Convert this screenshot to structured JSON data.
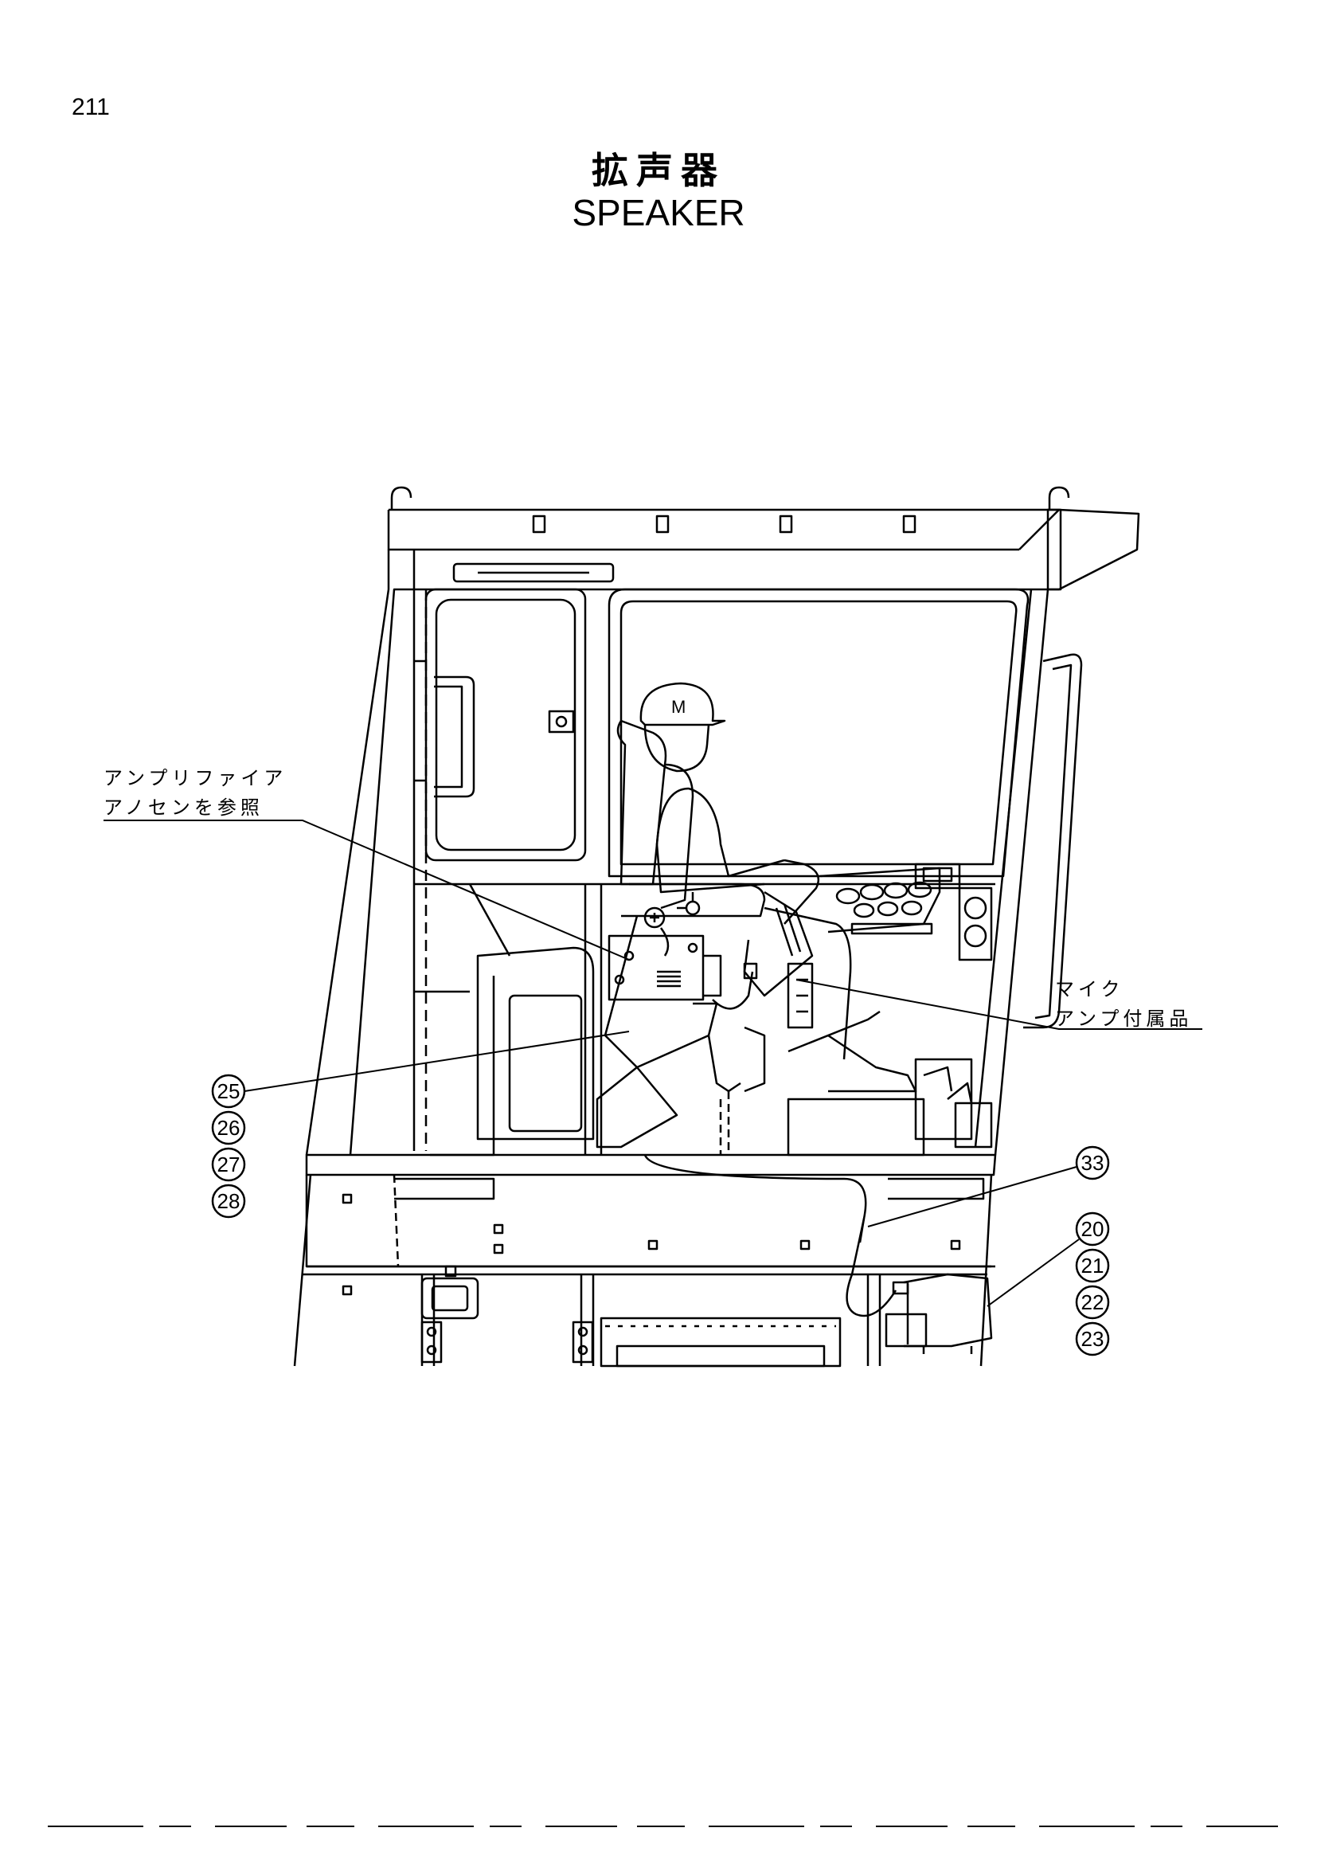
{
  "page_number": "211",
  "title": {
    "japanese": "拡声器",
    "english": "SPEAKER"
  },
  "callouts": {
    "amplifier": {
      "line1": "アンプリファイア",
      "line2": "アノセンを参照"
    },
    "mic": {
      "line1": "マイク",
      "line2": "アンプ付属品"
    },
    "helmet_letter": "M"
  },
  "part_numbers": {
    "n25": "25",
    "n26": "26",
    "n27": "27",
    "n28": "28",
    "n33": "33",
    "n20": "20",
    "n21": "21",
    "n22": "22",
    "n23": "23"
  }
}
